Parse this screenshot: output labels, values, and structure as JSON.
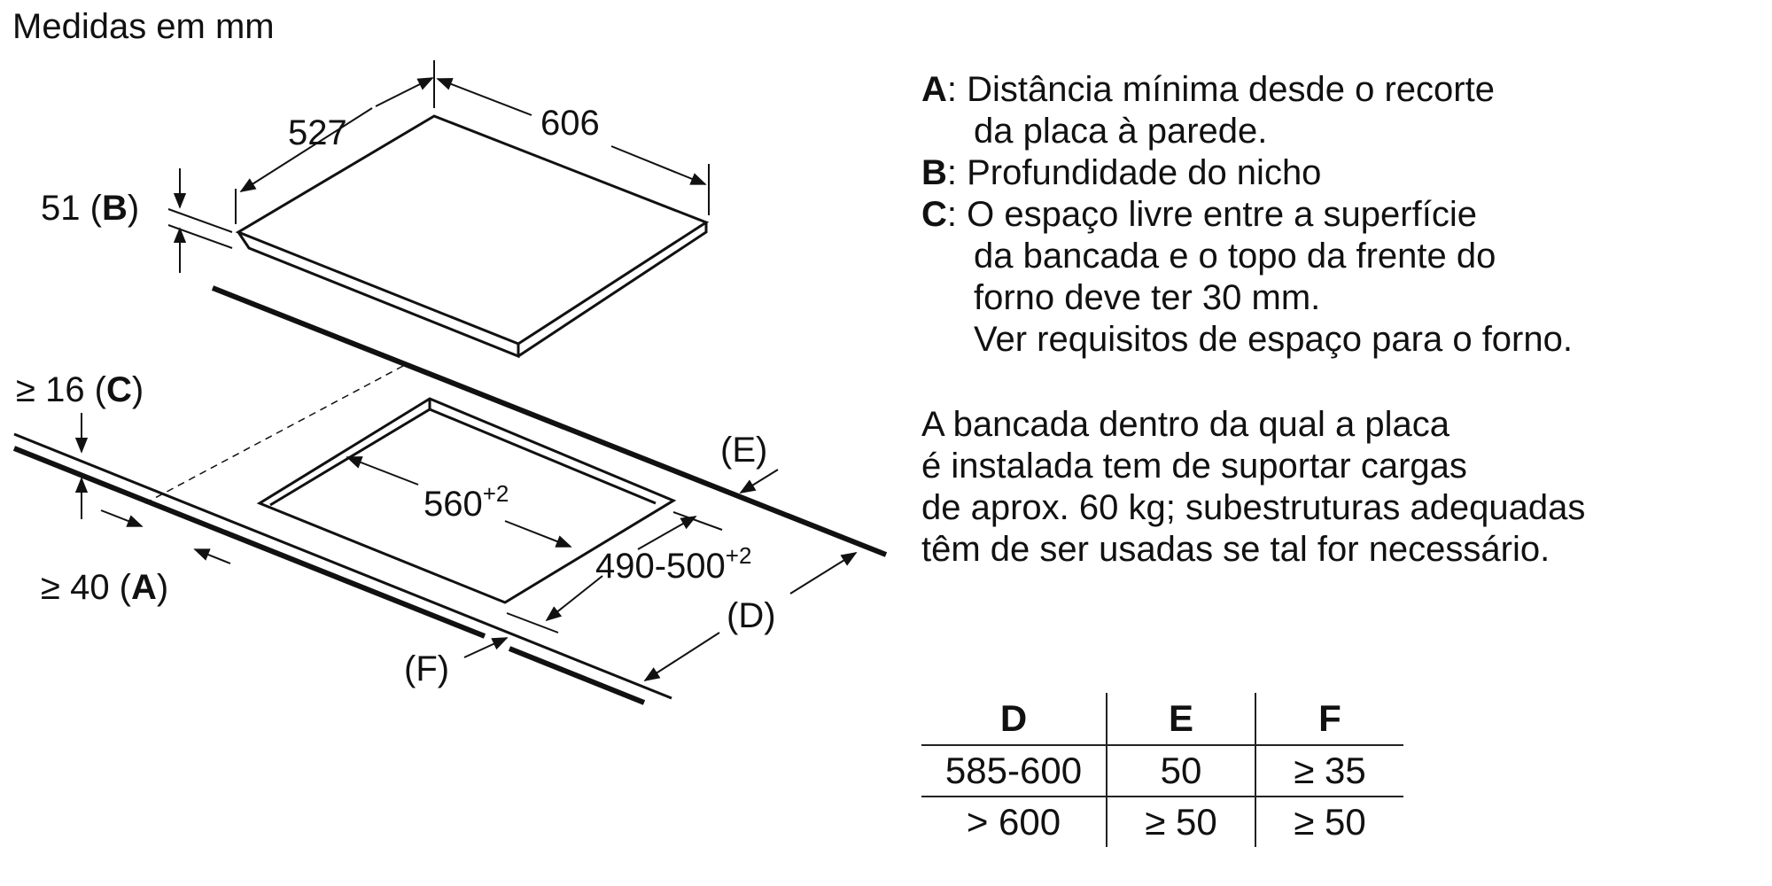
{
  "title": "Medidas em mm",
  "diagram": {
    "dim_527": "527",
    "dim_606": "606",
    "dim_51": "51 (",
    "dim_51_key": "B",
    "dim_51_close": ")",
    "dim_16": "≥ 16 (",
    "dim_16_key": "C",
    "dim_16_close": ")",
    "dim_40": "≥ 40 (",
    "dim_40_key": "A",
    "dim_40_close": ")",
    "dim_560": "560",
    "dim_560_tol": "+2",
    "dim_490": "490-500",
    "dim_490_tol": "+2",
    "label_e": "(E)",
    "label_d": "(D)",
    "label_f": "(F)"
  },
  "notes": [
    {
      "key": "A",
      "text": ": Distância mínima desde o recorte",
      "cont": "da placa à parede."
    },
    {
      "key": "B",
      "text": ": Profundidade do nicho",
      "cont": ""
    },
    {
      "key": "C",
      "text": ": O espaço livre entre a superfície",
      "cont": "da bancada e o topo da frente do\nforno deve ter 30 mm.\nVer requisitos de espaço para o forno."
    }
  ],
  "paragraph": "A bancada dentro da qual a placa\né instalada tem de suportar cargas\nde aprox. 60 kg; subestruturas adequadas\ntêm de ser usadas se tal for necessário.",
  "table": {
    "headers": [
      "D",
      "E",
      "F"
    ],
    "rows": [
      [
        "585-600",
        "50",
        "≥ 35"
      ],
      [
        "> 600",
        "≥ 50",
        "≥ 50"
      ]
    ]
  }
}
